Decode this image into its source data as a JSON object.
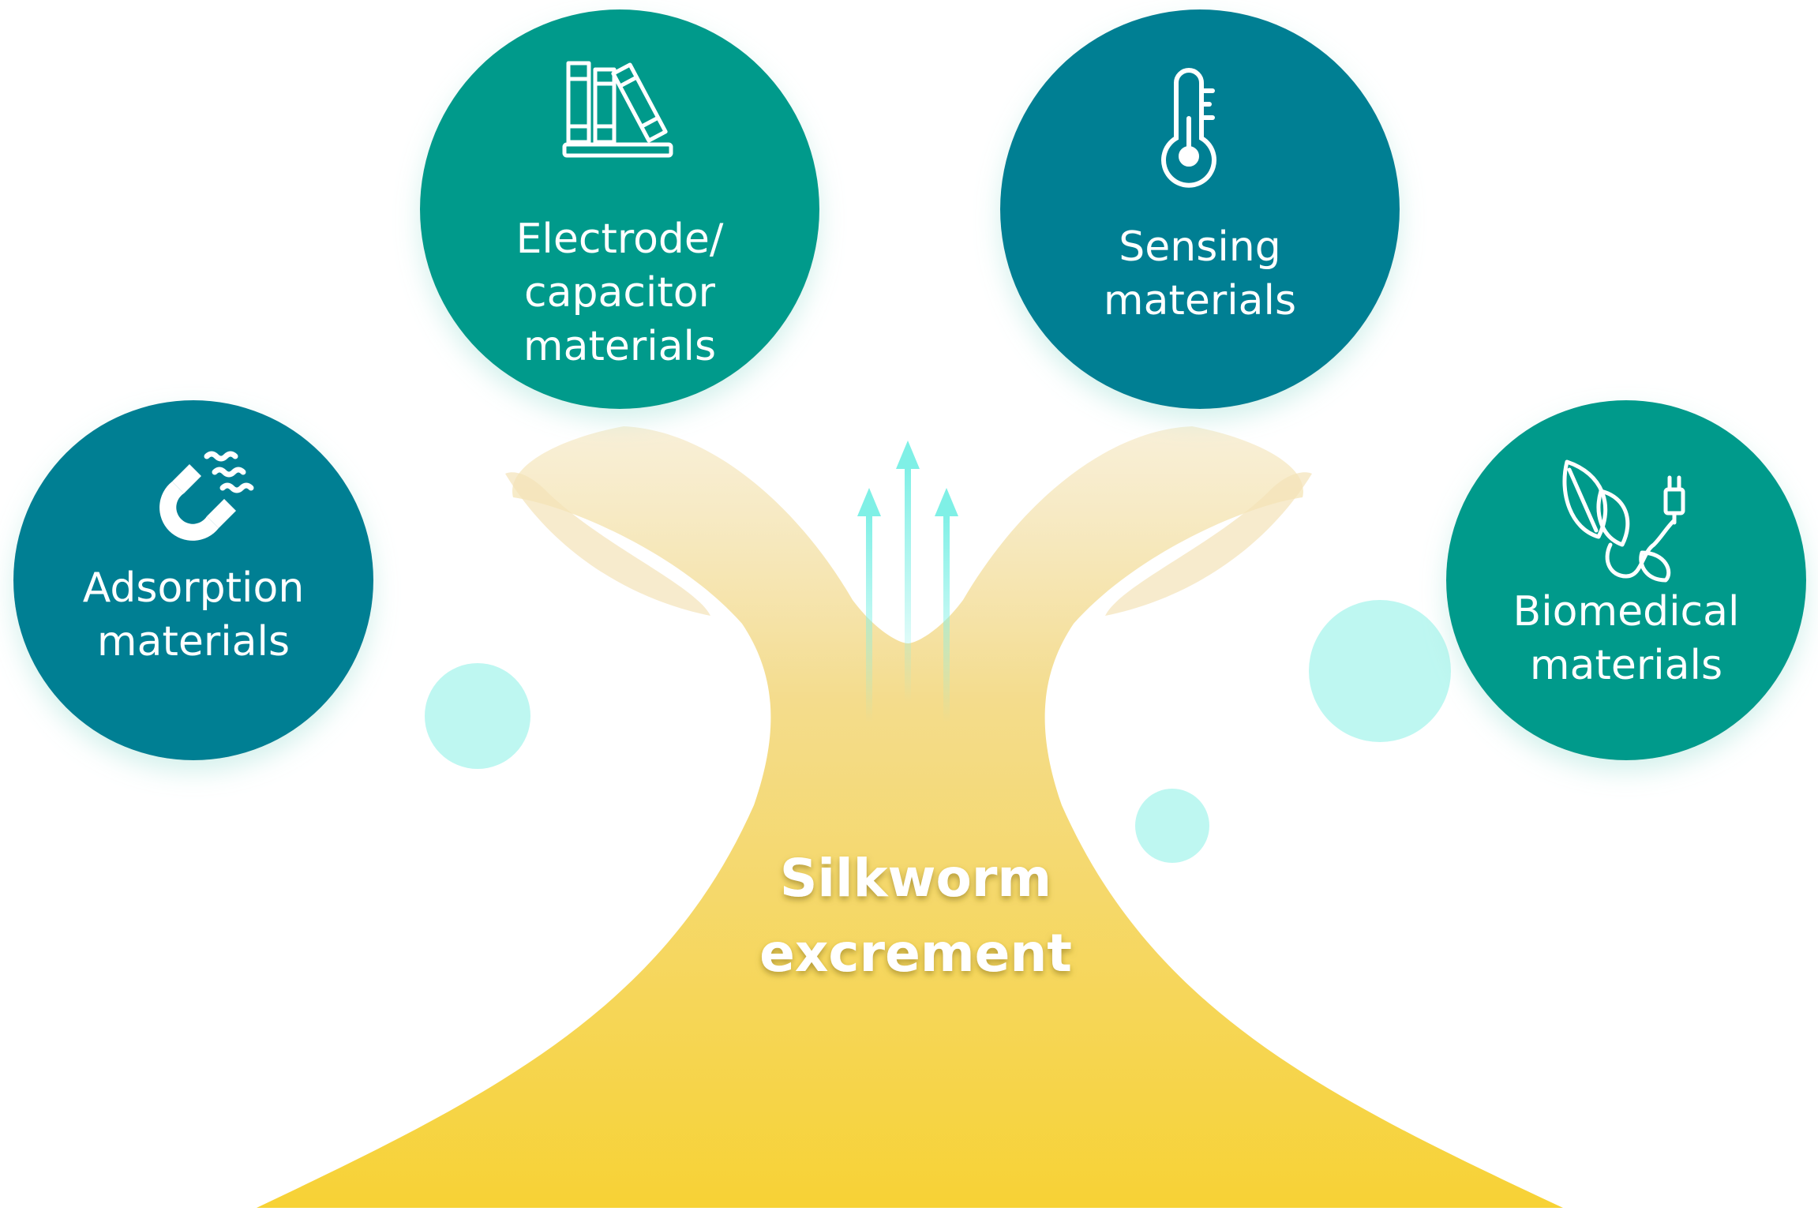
{
  "diagram": {
    "center": {
      "lines": [
        "Silkworm",
        "excrement"
      ]
    },
    "nodes": [
      {
        "id": "adsorption",
        "lines": [
          "Adsorption",
          "materials"
        ],
        "icon": "magnet-icon",
        "color": "#067F93"
      },
      {
        "id": "electrode",
        "lines": [
          "Electrode/",
          "capacitor",
          "materials"
        ],
        "icon": "batteries-icon",
        "color": "#049A8B"
      },
      {
        "id": "sensing",
        "lines": [
          "Sensing",
          "materials"
        ],
        "icon": "thermometer-icon",
        "color": "#067F93"
      },
      {
        "id": "biomedical",
        "lines": [
          "Biomedical",
          "materials"
        ],
        "icon": "leaf-plug-icon",
        "color": "#049A8B"
      }
    ],
    "colors": {
      "tree_top": "#F3E3B8",
      "tree_bottom": "#F7D235",
      "bubble": "#BEF7F1",
      "arrow": "#7FF0E6"
    }
  }
}
